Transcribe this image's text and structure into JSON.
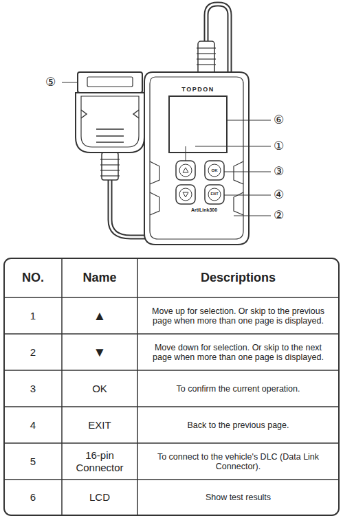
{
  "diagram": {
    "labels": [
      "⑤",
      "⑥",
      "①",
      "③",
      "④",
      "②",
      "TOPDON",
      "OK",
      "EXIT",
      "ArtiLink300",
      "NO.",
      "Name",
      "Descriptions",
      "1",
      "▲",
      "Move up for selection. Or skip to the previous page when more than one page is displayed.",
      "2",
      "▼",
      "Move down for selection. Or skip to the next page when more than one page is displayed.",
      "3",
      "OK",
      "To confirm the current operation.",
      "4",
      "EXIT",
      "Back to the previous page.",
      "5",
      "16-pin Connector",
      "To connect to the vehicle's DLC (Data Link Connector).",
      "6",
      "LCD",
      "Show test results"
    ]
  }
}
